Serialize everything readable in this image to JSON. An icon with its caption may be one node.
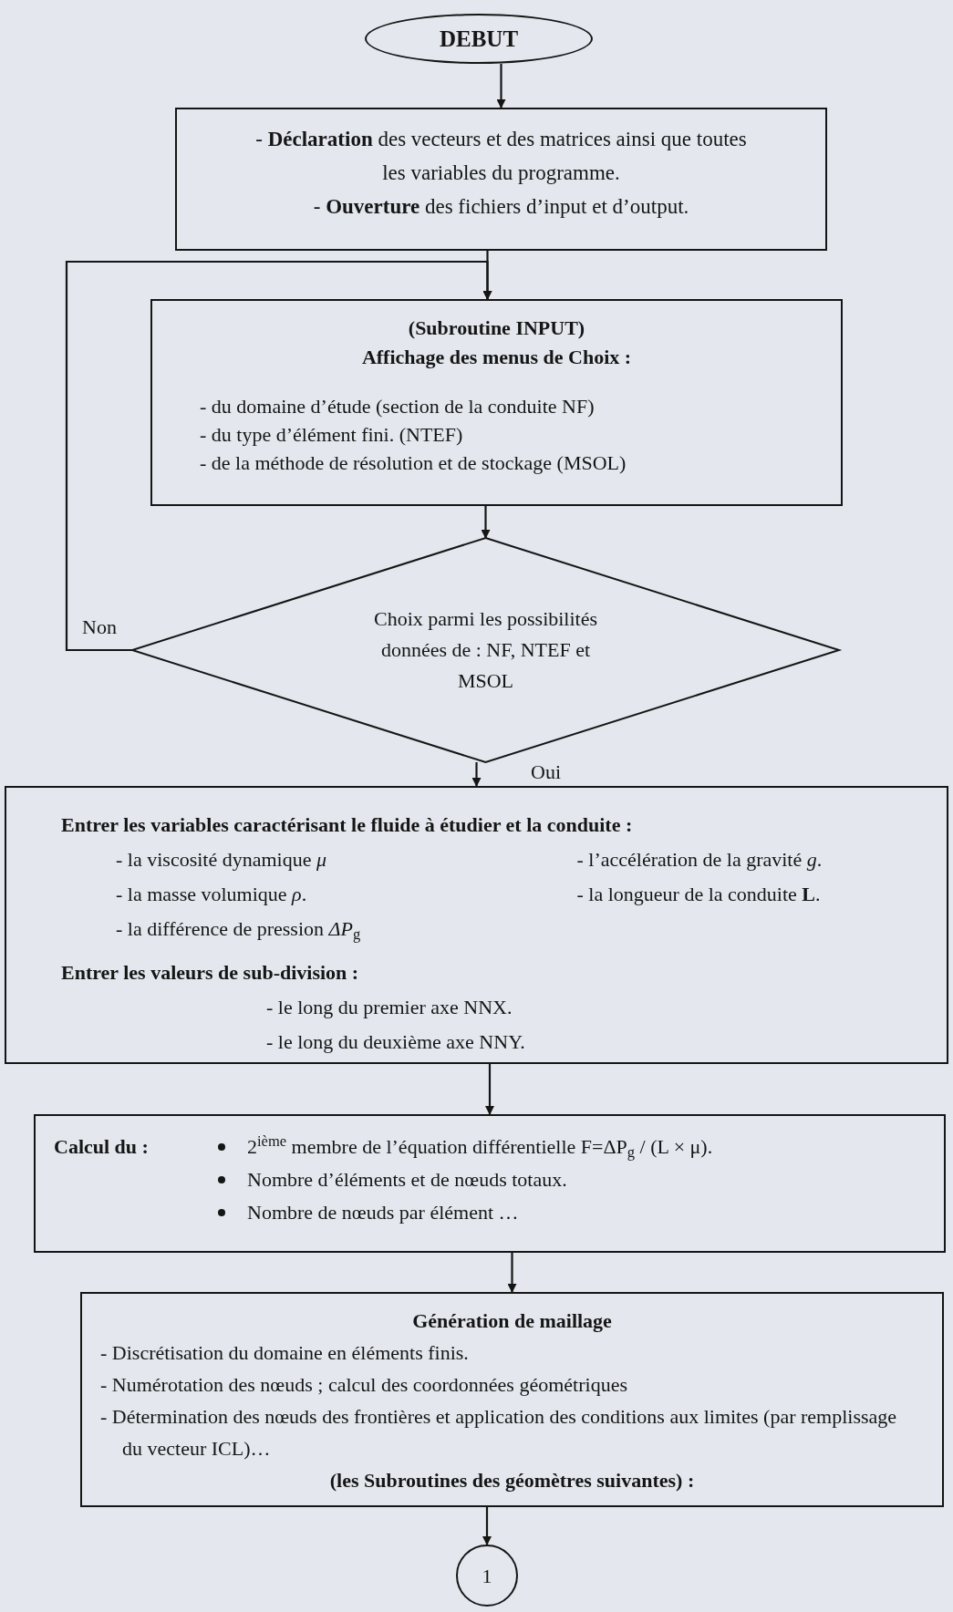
{
  "diagram": {
    "nodes": [
      {
        "text": [
          "DEBUT"
        ]
      },
      {
        "text": [
          "- **Déclaration** des vecteurs et des matrices ainsi que toutes les variables du programme.",
          "- **Ouverture** des fichiers d’input et d’output."
        ]
      },
      {
        "text": [
          "(Subroutine INPUT)",
          "Affichage des menus de Choix :",
          "- du domaine d’étude (section de la conduite NF)",
          "- du type d’élément fini. (NTEF)",
          "- de la méthode de résolution et de stockage (MSOL)"
        ]
      },
      {
        "text": [
          "Choix parmi les possibilités données de : NF, NTEF et MSOL"
        ]
      },
      {
        "text": [
          "Entrer les variables caractérisant le fluide à étudier et la conduite :",
          "- la viscosité dynamique *μ*",
          "- l’accélération de la gravité *g*.",
          "- la masse volumique *ρ*.",
          "- la longueur de la conduite **L**.",
          "- la différence de pression *ΔP*$_{g}$",
          "Entrer les valeurs de sub-division :",
          "- le long du premier axe NNX.",
          "- le long du deuxième axe NNY."
        ]
      },
      {
        "text": [
          "Calcul du :",
          "2$^{ième}$ membre de l’équation différentielle F=ΔP$_{g}$ / (L × μ).",
          "Nombre d’éléments et de nœuds totaux.",
          "Nombre de nœuds par élément …"
        ]
      },
      {
        "text": [
          "Génération de maillage",
          "- Discrétisation du domaine en éléments finis.",
          "- Numérotation des nœuds ; calcul des coordonnées géométriques",
          "- Détermination des nœuds des frontières et application des conditions aux limites (par remplissage du vecteur ICL)…",
          "(les Subroutines des géomètres suivantes) :"
        ]
      },
      {
        "text": [
          "1"
        ]
      }
    ],
    "edges": [
      {
        "from": 0,
        "to": 1,
        "arrow": "to"
      },
      {
        "from": 1,
        "to": 2,
        "arrow": "to"
      },
      {
        "from": 2,
        "to": 3,
        "arrow": "to"
      },
      {
        "from": 3,
        "to": 4,
        "arrow": "to",
        "label": "Oui"
      },
      {
        "from": 3,
        "to": 2,
        "arrow": "to",
        "label": "Non"
      },
      {
        "from": 4,
        "to": 5,
        "arrow": "to"
      },
      {
        "from": 5,
        "to": 6,
        "arrow": "to"
      },
      {
        "from": 6,
        "to": 7,
        "arrow": "to"
      }
    ]
  }
}
